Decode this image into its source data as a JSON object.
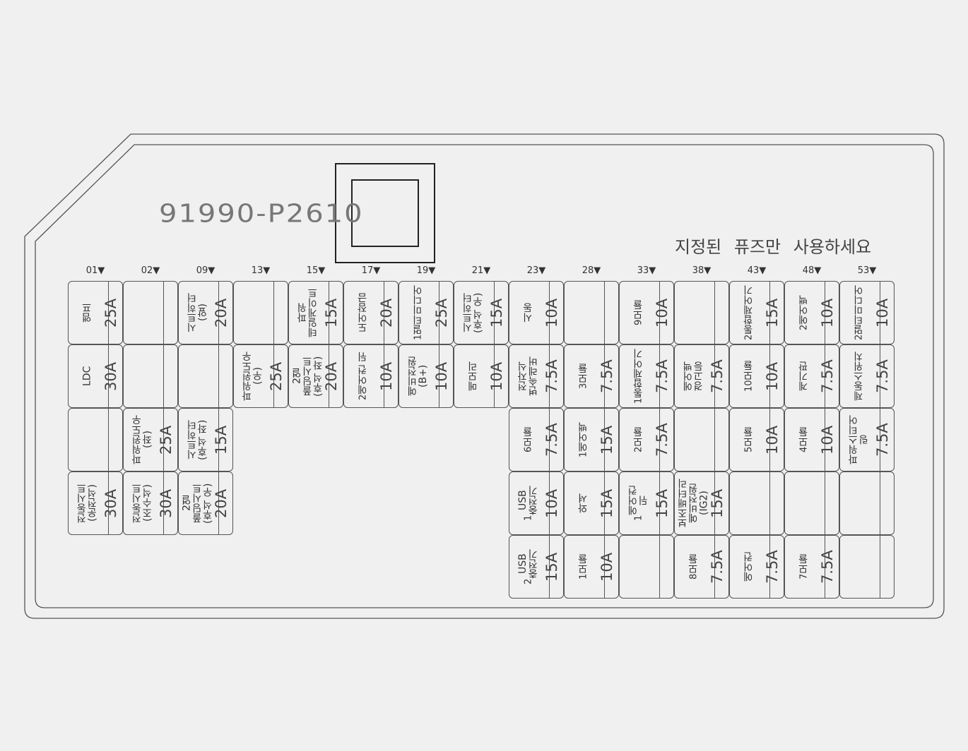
{
  "part_number": "91990-P2610",
  "notice": "지정된 퓨즈만 사용하세요",
  "columns": [
    "01▼",
    "02▼",
    "09▼",
    "13▼",
    "15▼",
    "17▼",
    "19▼",
    "21▼",
    "23▼",
    "28▼",
    "33▼",
    "38▼",
    "43▼",
    "48▼",
    "53▼"
  ],
  "rows": [
    [
      {
        "label": "앰프",
        "amp": "25A"
      },
      {
        "label": "",
        "amp": ""
      },
      {
        "label": "시트히터\n(앞)",
        "amp": "20A"
      },
      {
        "label": "",
        "amp": ""
      },
      {
        "label": "파워\n테일게이트",
        "amp": "15A"
      },
      {
        "label": "도어잠금",
        "amp": "20A"
      },
      {
        "num": "1",
        "label": "멀티미디어",
        "amp": "25A"
      },
      {
        "label": "시트히터\n(후석 우)",
        "amp": "15A"
      },
      {
        "label": "시동",
        "amp": "10A"
      },
      {
        "label": "",
        "amp": ""
      },
      {
        "num": "9",
        "label": "모듈",
        "amp": "10A"
      },
      {
        "label": "",
        "amp": ""
      },
      {
        "num": "2",
        "label": "통합제어기",
        "amp": "15A"
      },
      {
        "num": "2",
        "label": "에어백",
        "amp": "10A"
      },
      {
        "num": "2",
        "label": "멀티미디어",
        "amp": "10A"
      }
    ],
    [
      {
        "label": "LDC",
        "amp": "30A"
      },
      {
        "label": "",
        "amp": ""
      },
      {
        "label": "",
        "amp": ""
      },
      {
        "label": "파워윈도우\n(우)",
        "amp": "25A"
      },
      {
        "label": "2열\n폴딩시트\n(후석 좌)",
        "amp": "20A"
      },
      {
        "num": "2",
        "label": "에어컨 뒤",
        "amp": "10A"
      },
      {
        "label": "예비전원\n(B+)",
        "amp": "10A"
      },
      {
        "label": "메모리",
        "amp": "10A"
      },
      {
        "label": "전자식\n변속레버",
        "amp": "7.5A"
      },
      {
        "num": "3",
        "label": "모듈",
        "amp": "7.5A"
      },
      {
        "num": "1",
        "label": "통합제어기",
        "amp": "7.5A"
      },
      {
        "label": "에어백\n경고등",
        "amp": "7.5A"
      },
      {
        "num": "10",
        "label": "모듈",
        "amp": "10A"
      },
      {
        "label": "계기판",
        "amp": "7.5A"
      },
      {
        "label": "제동스위치",
        "amp": "7.5A"
      }
    ],
    [
      {
        "label": "",
        "amp": ""
      },
      {
        "label": "파워윈도우\n(좌)",
        "amp": "25A"
      },
      {
        "label": "시트히터\n(후석 좌)",
        "amp": "15A"
      },
      null,
      null,
      null,
      null,
      null,
      {
        "num": "6",
        "label": "모듈",
        "amp": "7.5A"
      },
      {
        "num": "1",
        "label": "에어백",
        "amp": "15A"
      },
      {
        "num": "2",
        "label": "모듈",
        "amp": "7.5A"
      },
      {
        "label": "",
        "amp": ""
      },
      {
        "num": "5",
        "label": "모듈",
        "amp": "10A"
      },
      {
        "num": "4",
        "label": "모듈",
        "amp": "10A"
      },
      {
        "label": "파워스티어링",
        "amp": "7.5A"
      }
    ],
    [
      {
        "label": "전동시트\n(운전석)",
        "amp": "30A"
      },
      {
        "label": "전동시트\n(조수석)",
        "amp": "30A"
      },
      {
        "label": "2열\n폴딩시트\n(후석 우)",
        "amp": "20A"
      },
      null,
      null,
      null,
      null,
      null,
      {
        "num": "1",
        "label": "USB\n충전기",
        "amp": "10A"
      },
      {
        "label": "와셔",
        "amp": "15A"
      },
      {
        "num": "1",
        "label": "에어컨\n뒤",
        "amp": "15A"
      },
      {
        "label": "보조배터리\n예비전원(IG2)",
        "amp": "15A"
      },
      {
        "label": "",
        "amp": ""
      },
      {
        "label": "",
        "amp": ""
      },
      {
        "label": "",
        "amp": ""
      }
    ],
    [
      null,
      null,
      null,
      null,
      null,
      null,
      null,
      null,
      {
        "num": "2",
        "label": "USB\n충전기",
        "amp": "15A"
      },
      {
        "num": "1",
        "label": "모듈",
        "amp": "10A"
      },
      {
        "label": "",
        "amp": ""
      },
      {
        "num": "8",
        "label": "모듈",
        "amp": "7.5A"
      },
      {
        "label": "에어컨",
        "amp": "7.5A"
      },
      {
        "num": "7",
        "label": "모듈",
        "amp": "7.5A"
      },
      {
        "label": "",
        "amp": ""
      }
    ]
  ]
}
